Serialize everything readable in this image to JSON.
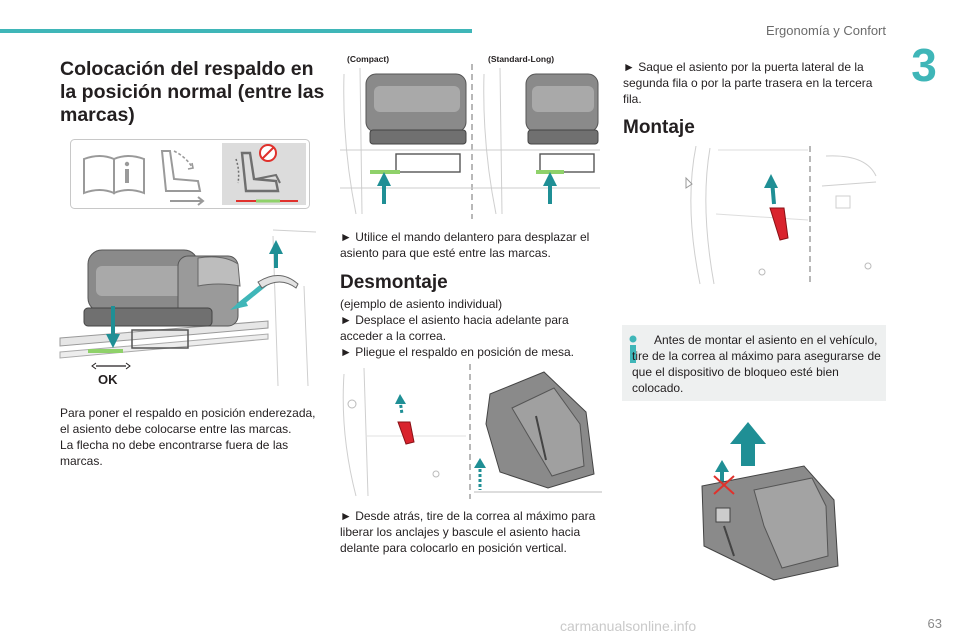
{
  "header": {
    "title": "Ergonomía y Confort",
    "chapter": "3"
  },
  "footer": {
    "page_number": "63",
    "watermark": "carmanualsonline.info"
  },
  "left": {
    "title": "Colocación del respaldo en la posición normal (entre las marcas)",
    "ok_label": "OK",
    "paragraph_lines": [
      "Para poner el respaldo en posición enderezada,",
      "el asiento debe colocarse entre las marcas.",
      "La flecha no debe encontrarse fuera de las",
      "marcas."
    ]
  },
  "middle": {
    "label_compact": "(Compact)",
    "label_standard_long": "(Standard-Long)",
    "text_mando": "► Utilice el mando delantero para desplazar el asiento para que esté entre las marcas.",
    "desmontaje_title": "Desmontaje",
    "desmontaje_lines": [
      "(ejemplo de asiento individual)",
      "► Desplace el asiento hacia adelante para acceder a la correa.",
      "► Pliegue el respaldo en posición de mesa."
    ],
    "desmontaje_step3": "► Desde atrás, tire de la correa al máximo para liberar los anclajes y bascule el asiento hacia delante para colocarlo en posición vertical."
  },
  "right": {
    "text_saque": "► Saque el asiento por la puerta lateral de la segunda fila o por la parte trasera en la tercera fila.",
    "montaje_title": "Montaje",
    "info_text": "Antes de montar el asiento en el vehículo, tire de la correa al máximo para asegurarse de que el dispositivo de bloqueo esté bien colocado."
  },
  "icons": {
    "book_icon": "book-info-icon",
    "seat_adjust_icon": "seat-adjust-icon",
    "seat_warning_icon": "seat-no-recline-icon"
  },
  "colors": {
    "accent": "#3fb6b8",
    "arrow": "#1f8f95",
    "mark_green": "#8fd16a",
    "strap_red": "#d9232d",
    "line_red": "#e0312c"
  }
}
